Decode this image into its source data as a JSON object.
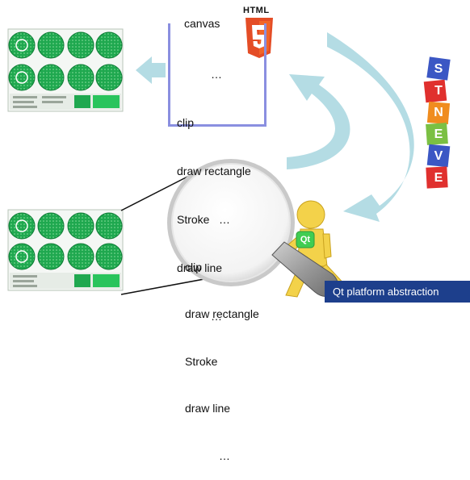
{
  "canvas_box": {
    "title": "canvas",
    "lines": [
      "…",
      "clip",
      "draw rectangle",
      "Stroke",
      "draw line",
      "…"
    ]
  },
  "html5_logo": {
    "word": "HTML",
    "number": "5"
  },
  "magnifier_box": {
    "lines": [
      "…",
      "clip",
      "draw rectangle",
      "Stroke",
      "draw line",
      "…"
    ]
  },
  "events_blocks": [
    "E",
    "V",
    "E",
    "N",
    "T",
    "S"
  ],
  "qt": {
    "badge_text": "Qt",
    "banner_text": "Qt platform abstraction"
  },
  "colors": {
    "arrow": "#b4dce4",
    "canvas_border": "#8a8fe0",
    "html5_orange": "#e44d26",
    "banner_bg": "#1d3f8c",
    "qt_green": "#41cd52",
    "dashboard_green": "#1fa84f"
  }
}
